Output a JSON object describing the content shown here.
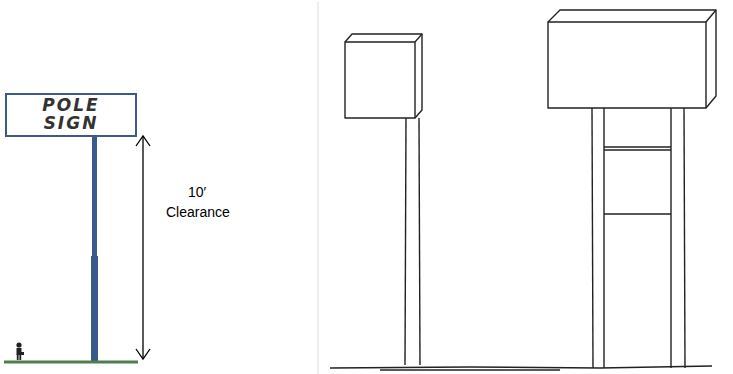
{
  "diagram": {
    "nodes": [
      {
        "text": [
          "POLE SIGN"
        ]
      }
    ],
    "labels": [
      "10′",
      "Clearance"
    ]
  }
}
